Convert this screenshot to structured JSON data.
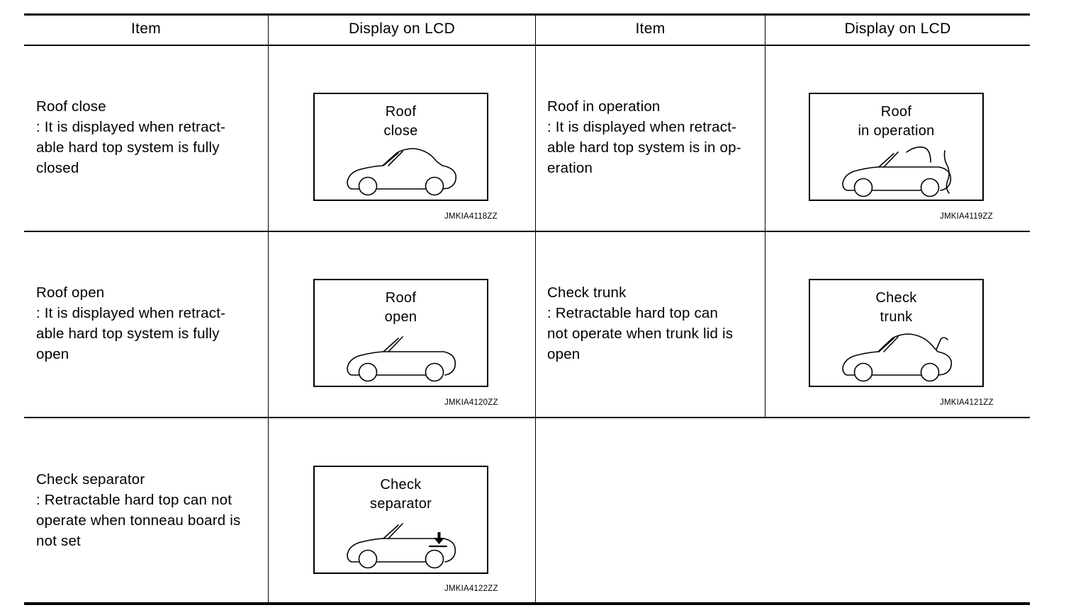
{
  "header": {
    "col1": "Item",
    "col2": "Display on LCD",
    "col3": "Item",
    "col4": "Display on LCD"
  },
  "items": [
    {
      "title": "Roof close",
      "desc_lines": [
        ": It is displayed when retract-",
        "able hard top system is fully",
        "closed"
      ],
      "lcd_lines": [
        "Roof",
        "close"
      ],
      "code": "JMKIA4118ZZ",
      "car_icon": "car-roof-closed-icon"
    },
    {
      "title": "Roof in operation",
      "desc_lines": [
        ": It is displayed when retract-",
        "able hard top system is in op-",
        "eration"
      ],
      "lcd_lines": [
        "Roof",
        "in operation"
      ],
      "code": "JMKIA4119ZZ",
      "car_icon": "car-roof-operating-icon"
    },
    {
      "title": "Roof open",
      "desc_lines": [
        ": It is displayed when retract-",
        "able hard top system is fully",
        "open"
      ],
      "lcd_lines": [
        "Roof",
        "open"
      ],
      "code": "JMKIA4120ZZ",
      "car_icon": "car-roof-open-icon"
    },
    {
      "title": "Check trunk",
      "desc_lines": [
        ": Retractable hard top can",
        "not operate when trunk lid is",
        "open"
      ],
      "lcd_lines": [
        "Check",
        "trunk"
      ],
      "code": "JMKIA4121ZZ",
      "car_icon": "car-trunk-open-icon"
    },
    {
      "title": "Check separator",
      "desc_lines": [
        ": Retractable hard top can not",
        "operate when tonneau board is",
        "not set"
      ],
      "lcd_lines": [
        "Check",
        "separator"
      ],
      "code": "JMKIA4122ZZ",
      "car_icon": "car-separator-icon"
    }
  ]
}
